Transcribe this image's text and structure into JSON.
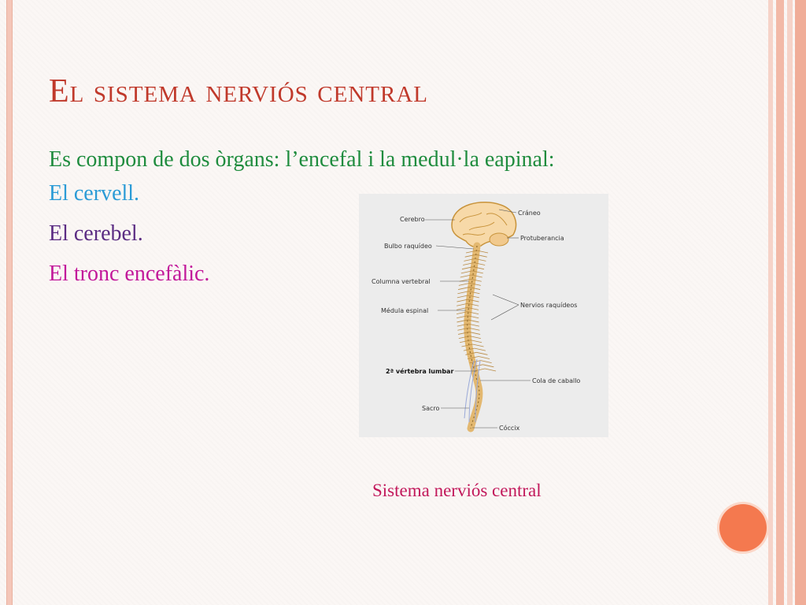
{
  "slide": {
    "title": "El sistema nerviós central",
    "intro": "Es compon de dos òrgans: l’encefal i la medul·la eapinal:",
    "items": [
      {
        "label": "El cervell.",
        "color": "#2b9bd6"
      },
      {
        "label": "El cerebel.",
        "color": "#5b2c83"
      },
      {
        "label": "El tronc encefàlic.",
        "color": "#c2189a"
      }
    ],
    "caption": "Sistema nerviós central"
  },
  "diagram": {
    "labels_left": [
      "Cerebro",
      "Bulbo raquídeo",
      "Columna vertebral",
      "Médula espinal",
      "2ª vértebra lumbar",
      "Sacro"
    ],
    "labels_right": [
      "Cráneo",
      "Protuberancia",
      "Nervios raquídeos",
      "Cola de caballo",
      "Cóccix"
    ]
  },
  "colors": {
    "title": "#c0392b",
    "intro": "#1f8c3e",
    "caption": "#c2185b",
    "accent_dot": "#f4794f",
    "frame": "#f0ad98"
  }
}
